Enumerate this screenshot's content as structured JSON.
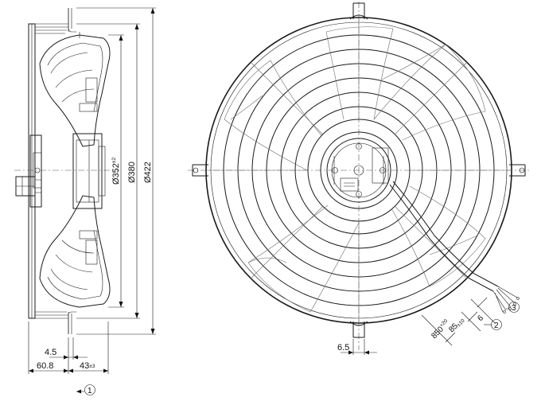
{
  "side_view": {
    "dia_352": "Ø352",
    "dia_352_tol": "±2",
    "dia_380": "Ø380",
    "dia_422": "Ø422",
    "dim_4_5": "4.5",
    "dim_60_8": "60.8",
    "dim_43": "43",
    "dim_43_tol": "±3"
  },
  "front_view": {
    "dim_6_5": "6.5",
    "dim_6": "6",
    "dim_85": "85",
    "dim_85_tol": "±10",
    "dim_850": "850",
    "dim_850_tol": "+20"
  },
  "callouts": [
    "1",
    "2",
    "3"
  ]
}
